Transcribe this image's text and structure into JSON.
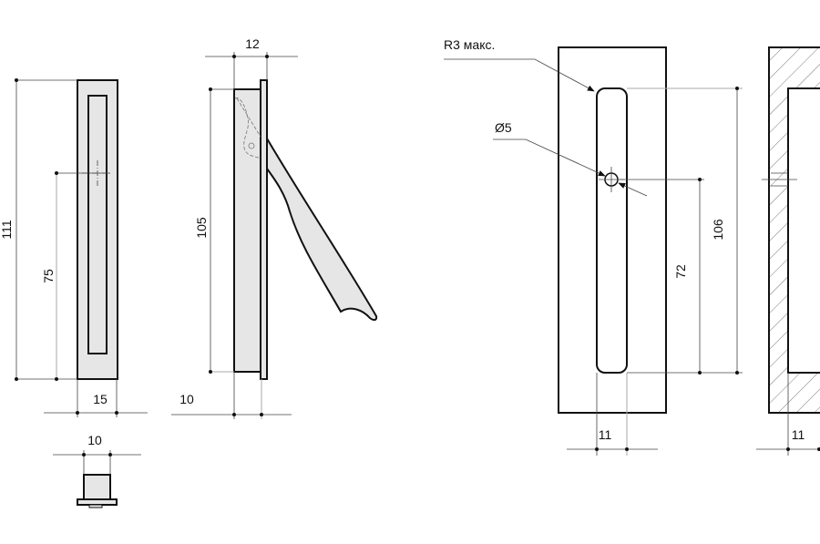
{
  "views": {
    "front": {
      "height": "111",
      "hole_spacing": "75",
      "width": "15"
    },
    "bottom": {
      "width": "10"
    },
    "side": {
      "plate_depth": "12",
      "body_height": "105",
      "body_depth": "10"
    },
    "cutout": {
      "radius_note": "R3 макс.",
      "hole_diameter": "Ø5",
      "slot_length": "106",
      "hole_offset": "72",
      "slot_width": "11"
    },
    "section": {
      "slot_width": "11"
    }
  },
  "colors": {
    "part_fill": "#e6e6e6",
    "line": "#111111"
  }
}
